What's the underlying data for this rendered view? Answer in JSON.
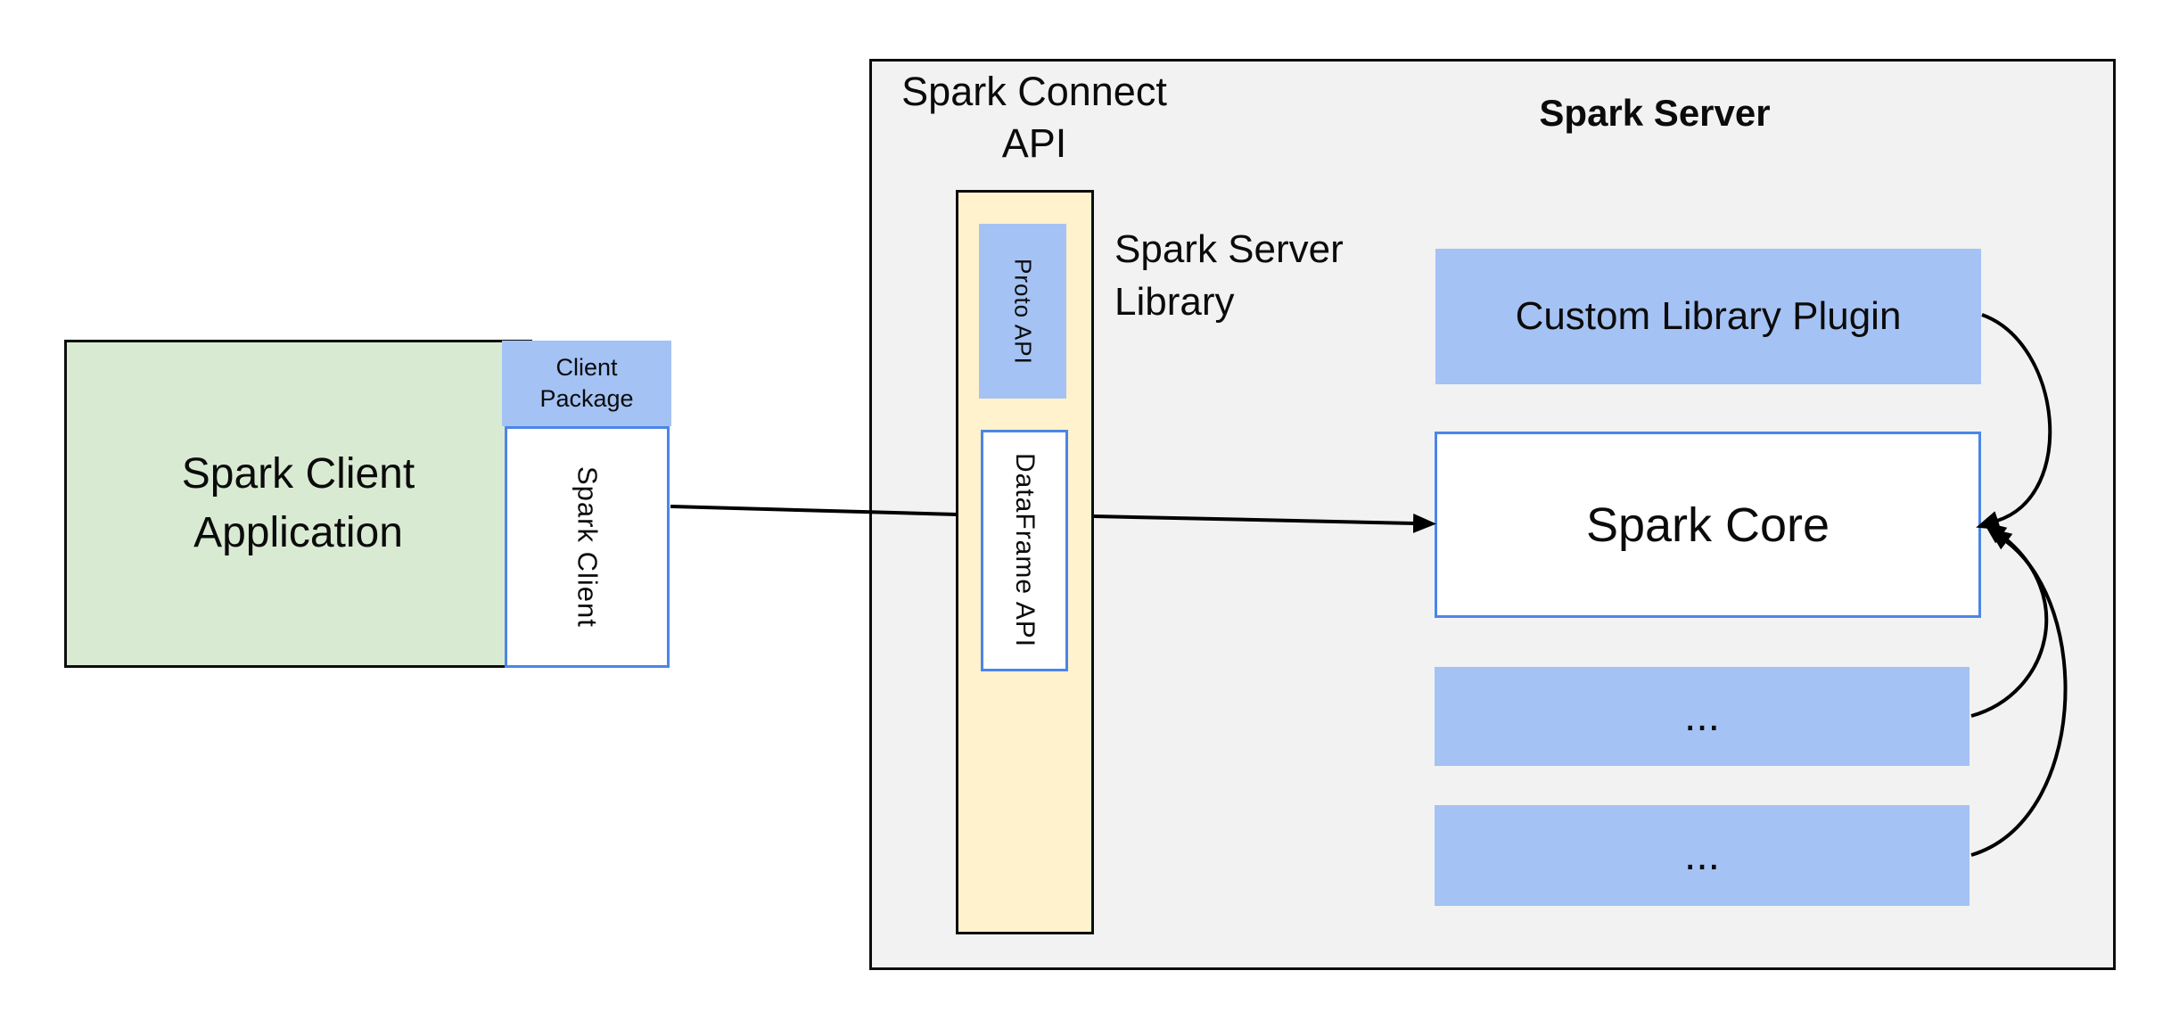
{
  "diagram": {
    "client_app": {
      "label": "Spark Client\nApplication"
    },
    "client_package": {
      "label": "Client\nPackage"
    },
    "spark_client": {
      "label": "Spark Client"
    },
    "connect_api": {
      "label": "Spark Connect\nAPI"
    },
    "proto_api": {
      "label": "Proto API"
    },
    "dataframe_api": {
      "label": "DataFrame API"
    },
    "server_library": {
      "label": "Spark Server\nLibrary"
    },
    "server_title": {
      "label": "Spark Server"
    },
    "custom_plugin": {
      "label": "Custom Library Plugin"
    },
    "spark_core": {
      "label": "Spark Core"
    },
    "ellipsis_1": {
      "label": "..."
    },
    "ellipsis_2": {
      "label": "..."
    }
  },
  "colors": {
    "client_app_fill": "#d9ead3",
    "accent_blue_fill": "#a4c2f4",
    "blue_border": "#4a86e8",
    "server_fill": "#f2f2f2",
    "connect_api_fill": "#fff2cc",
    "outline_black": "#0d0d0d",
    "arrow": "#000000"
  }
}
